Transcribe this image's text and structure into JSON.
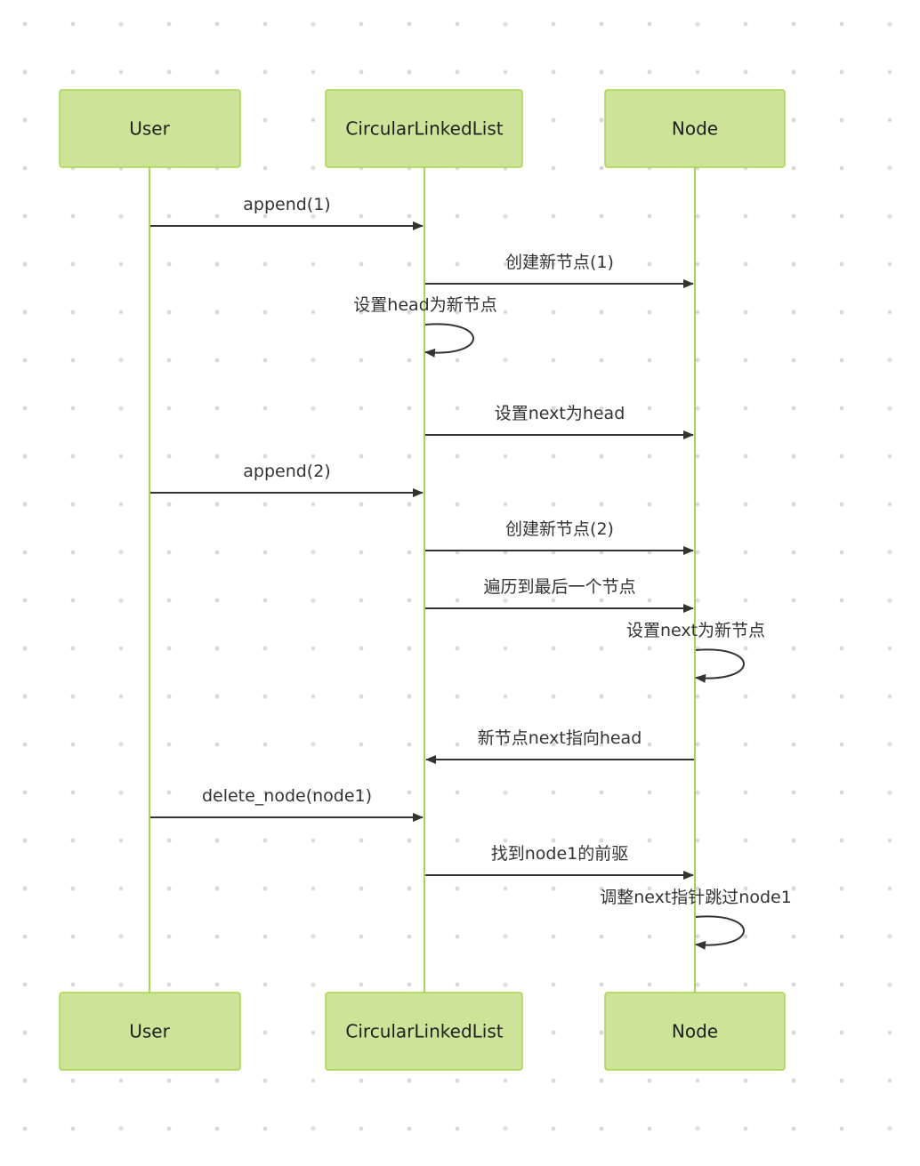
{
  "diagram": {
    "type": "sequence",
    "colors": {
      "actor_fill": "#cde498",
      "actor_border": "#a7d64d",
      "lifeline": "#a7d64d",
      "arrow": "#333333",
      "text": "#333333"
    },
    "actors": [
      {
        "id": "user",
        "label": "User"
      },
      {
        "id": "list",
        "label": "CircularLinkedList"
      },
      {
        "id": "node",
        "label": "Node"
      }
    ],
    "messages": [
      {
        "from": "user",
        "to": "list",
        "label": "append(1)"
      },
      {
        "from": "list",
        "to": "node",
        "label": "创建新节点(1)"
      },
      {
        "from": "list",
        "to": "list",
        "label": "设置head为新节点"
      },
      {
        "from": "list",
        "to": "node",
        "label": "设置next为head"
      },
      {
        "from": "user",
        "to": "list",
        "label": "append(2)"
      },
      {
        "from": "list",
        "to": "node",
        "label": "创建新节点(2)"
      },
      {
        "from": "list",
        "to": "node",
        "label": "遍历到最后一个节点"
      },
      {
        "from": "node",
        "to": "node",
        "label": "设置next为新节点"
      },
      {
        "from": "node",
        "to": "list",
        "label": "新节点next指向head"
      },
      {
        "from": "user",
        "to": "list",
        "label": "delete_node(node1)"
      },
      {
        "from": "list",
        "to": "node",
        "label": "找到node1的前驱"
      },
      {
        "from": "node",
        "to": "node",
        "label": "调整next指针跳过node1"
      }
    ]
  }
}
